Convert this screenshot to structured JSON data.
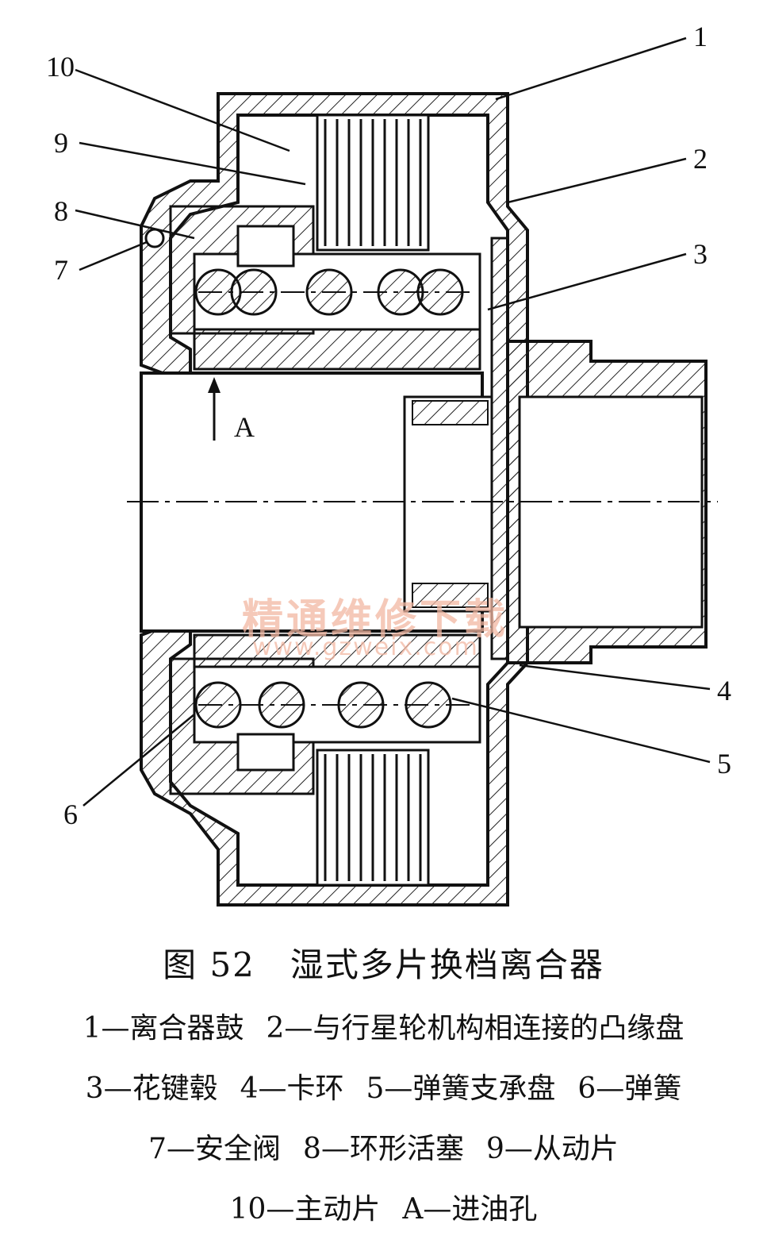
{
  "labels": {
    "n1": "1",
    "n2": "2",
    "n3": "3",
    "n4": "4",
    "n5": "5",
    "n6": "6",
    "n7": "7",
    "n8": "8",
    "n9": "9",
    "n10": "10",
    "a": "A"
  },
  "watermark": {
    "cn": "精通维修下载",
    "url": "www.gzweix.com"
  },
  "caption": "图 52　湿式多片换档离合器",
  "legend": {
    "line1": [
      "1—离合器鼓",
      "2—与行星轮机构相连接的凸缘盘"
    ],
    "line2": [
      "3—花键毂",
      "4—卡环",
      "5—弹簧支承盘",
      "6—弹簧"
    ],
    "line3": [
      "7—安全阀",
      "8—环形活塞",
      "9—从动片"
    ],
    "line4": [
      "10—主动片",
      "A—进油孔"
    ]
  }
}
